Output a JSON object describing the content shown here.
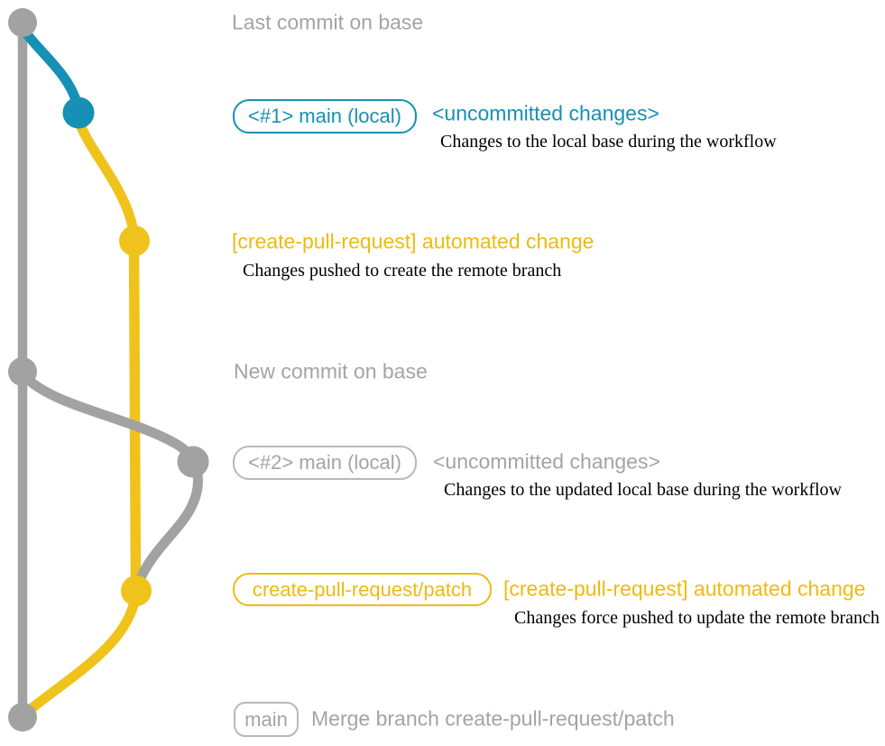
{
  "colors": {
    "gray": "#a2a2a2",
    "teal": "#1690b4",
    "yellow": "#f0c31c",
    "yellow_text": "#efba10",
    "gray_text": "#a4a4a4",
    "gray_border": "#b8b8b8",
    "note_text": "#000000"
  },
  "graph": {
    "branch_lanes": [
      "base",
      "local",
      "patch"
    ],
    "commits": [
      {
        "label": "last-commit-on-base",
        "color": "gray"
      },
      {
        "label": "local-commit-1",
        "color": "teal"
      },
      {
        "label": "patch-commit-1",
        "color": "yellow"
      },
      {
        "label": "new-commit-on-base",
        "color": "gray"
      },
      {
        "label": "local-commit-2",
        "color": "gray"
      },
      {
        "label": "patch-commit-2",
        "color": "yellow"
      },
      {
        "label": "merge-commit",
        "color": "gray"
      }
    ]
  },
  "rows": {
    "r1": {
      "message": "Last commit on base"
    },
    "r2": {
      "branch_label": "<#1> main (local)",
      "message": "<uncommitted changes>",
      "note": "Changes to the local base during the workflow"
    },
    "r3": {
      "message": "[create-pull-request] automated change",
      "note": "Changes pushed to create the remote branch"
    },
    "r4": {
      "message": "New commit on base"
    },
    "r5": {
      "branch_label": "<#2> main (local)",
      "message": "<uncommitted changes>",
      "note": "Changes to the updated local base during the workflow"
    },
    "r6": {
      "branch_label": "create-pull-request/patch",
      "message": "[create-pull-request] automated change",
      "note": "Changes force pushed to update the remote branch"
    },
    "r7": {
      "branch_label": "main",
      "message": "Merge branch create-pull-request/patch"
    }
  }
}
